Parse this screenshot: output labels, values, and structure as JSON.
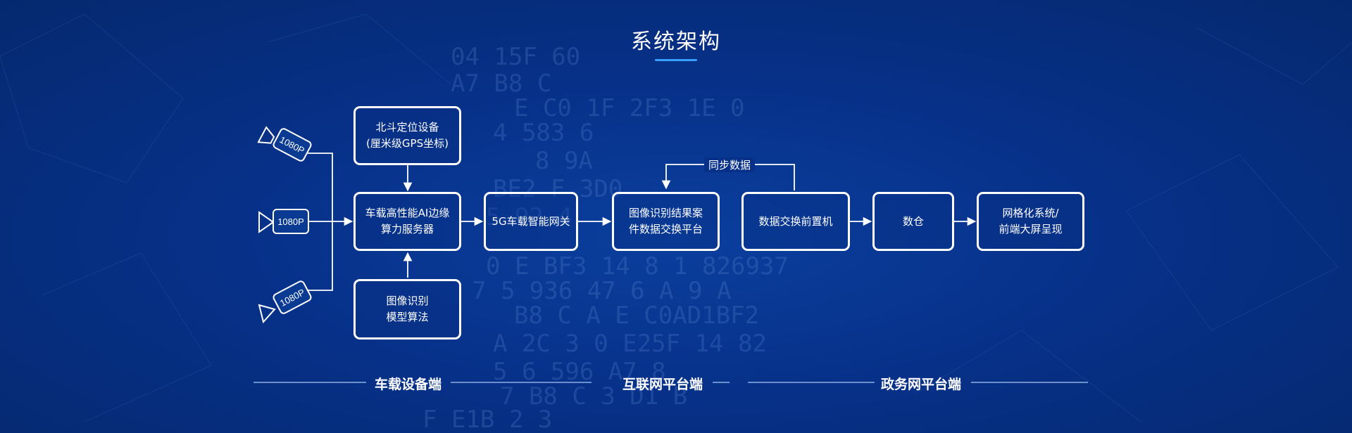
{
  "title": "系统架构",
  "colors": {
    "accent": "#3aa0ff",
    "background": "#073189",
    "box_border": "#ffffff"
  },
  "cameras": [
    {
      "label": "1080P",
      "icon": "video-camera-icon"
    },
    {
      "label": "1080P",
      "icon": "video-camera-icon"
    },
    {
      "label": "1080P",
      "icon": "video-camera-icon"
    }
  ],
  "nodes": {
    "beidou": "北斗定位设备\n(厘米级GPS坐标)",
    "edge_server": "车载高性能AI边缘\n算力服务器",
    "algorithm": "图像识别\n模型算法",
    "network_5g": "5G车载智能网关",
    "result_platform": "图像识别结果案\n件数据交换平台",
    "front_exchange": "数据交换前置机",
    "warehouse": "数仓",
    "grid_system": "网格化系统/\n前端大屏呈现"
  },
  "sync_label": "同步数据",
  "segments": [
    "车载设备端",
    "互联网平台端",
    "政务网平台端"
  ]
}
